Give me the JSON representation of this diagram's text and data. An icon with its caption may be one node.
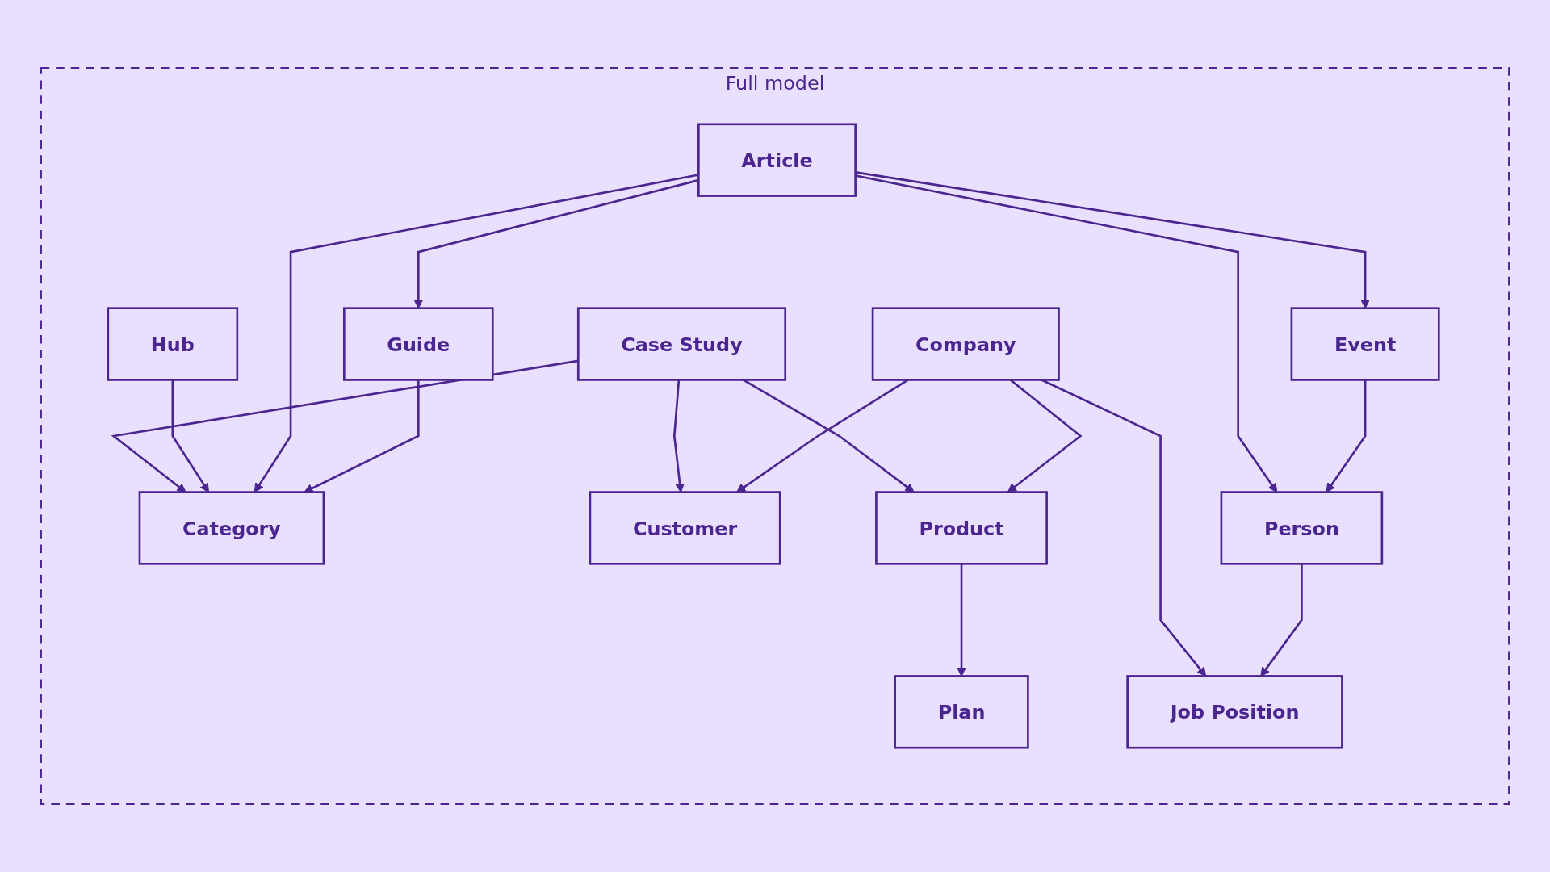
{
  "diagram": {
    "nodes": [
      {
        "text": [
          "Full model"
        ]
      },
      {
        "text": [
          "Case Study"
        ],
        "in": 0
      },
      {
        "text": [
          "Customer"
        ],
        "in": 0
      },
      {
        "text": [
          "Category"
        ],
        "in": 0
      },
      {
        "text": [
          "Hub"
        ],
        "in": 0
      },
      {
        "text": [
          "Product"
        ],
        "in": 0
      },
      {
        "text": [
          "Company"
        ],
        "in": 0
      },
      {
        "text": [
          "Article"
        ],
        "in": 0
      },
      {
        "text": [
          "Guide"
        ],
        "in": 0
      },
      {
        "text": [
          "Plan"
        ],
        "in": 0
      },
      {
        "text": [
          "Event"
        ],
        "in": 0
      },
      {
        "text": [
          "Job Position"
        ],
        "in": 0
      },
      {
        "text": [
          "Person"
        ],
        "in": 0
      }
    ],
    "edges": [
      {
        "from": 1,
        "to": 3,
        "arrow": "to"
      },
      {
        "from": 1,
        "to": 2,
        "arrow": "to"
      },
      {
        "from": 1,
        "to": 5,
        "arrow": "to"
      },
      {
        "from": 4,
        "to": 3,
        "arrow": "to"
      },
      {
        "from": 6,
        "to": 2,
        "arrow": "to"
      },
      {
        "from": 6,
        "to": 5,
        "arrow": "to"
      },
      {
        "from": 7,
        "to": 3,
        "arrow": "to"
      },
      {
        "from": 8,
        "to": 3,
        "arrow": "to"
      },
      {
        "from": 7,
        "to": 8,
        "arrow": "to"
      },
      {
        "from": 5,
        "to": 9,
        "arrow": "to"
      },
      {
        "from": 7,
        "to": 10,
        "arrow": "to"
      },
      {
        "from": 6,
        "to": 11,
        "arrow": "to"
      },
      {
        "from": 7,
        "to": 12,
        "arrow": "to"
      },
      {
        "from": 12,
        "to": 11,
        "arrow": "to"
      },
      {
        "from": 10,
        "to": 12,
        "arrow": "to"
      }
    ]
  }
}
